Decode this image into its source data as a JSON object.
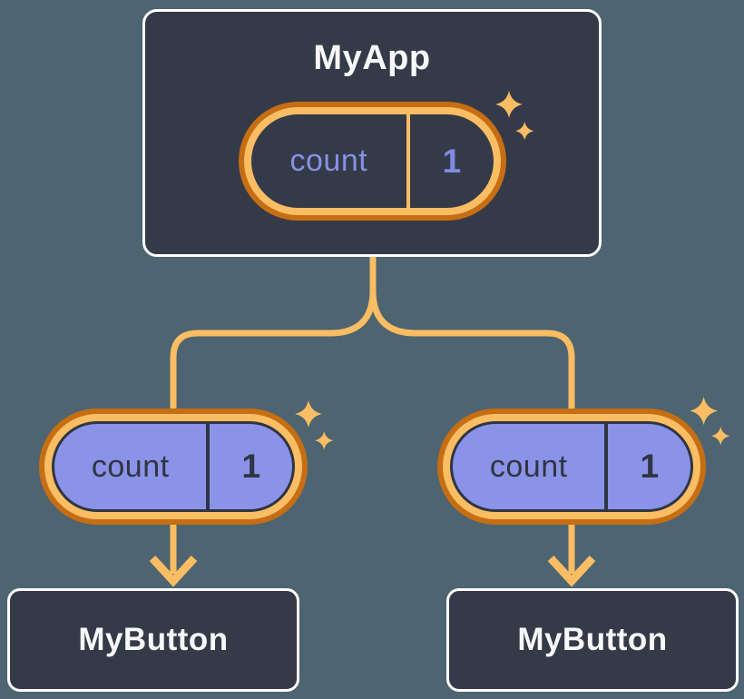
{
  "diagram": {
    "app": {
      "label": "MyApp",
      "state": {
        "name": "count",
        "value": "1"
      }
    },
    "buttons": [
      {
        "label": "MyButton",
        "state": {
          "name": "count",
          "value": "1"
        }
      },
      {
        "label": "MyButton",
        "state": {
          "name": "count",
          "value": "1"
        }
      }
    ]
  },
  "icons": {
    "sparkle": "sparkle-icon",
    "arrow": "arrow-down-icon"
  },
  "palette": {
    "background": "#4e6470",
    "card_fill": "#343a47",
    "card_border": "#ffffff",
    "text_light": "#f7f8fa",
    "orange_light": "#fabd63",
    "orange_dark": "#c56e14",
    "purple_fill": "#8a93e8",
    "purple_text": "#8691e6",
    "text_dark": "#2f3542"
  }
}
